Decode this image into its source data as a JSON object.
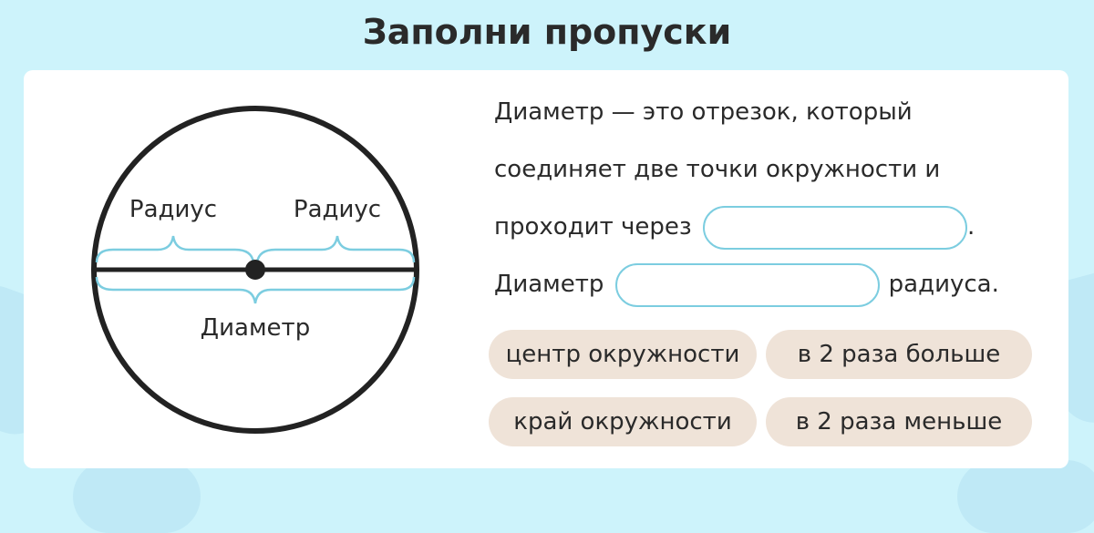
{
  "title": "Заполни пропуски",
  "diagram": {
    "radius_left_label": "Радиус",
    "radius_right_label": "Радиус",
    "diameter_label": "Диаметр"
  },
  "sentence": {
    "line1": "Диаметр — это отрезок, который",
    "line2": "соединяет две точки окружности и",
    "line3_before": "проходит через",
    "line3_after": ".",
    "line4_before": "Диаметр",
    "line4_after": "радиуса."
  },
  "options": [
    "центр окружности",
    "в 2 раза больше",
    "край окружности",
    "в 2 раза меньше"
  ],
  "colors": {
    "background": "#cdf3fb",
    "card": "#ffffff",
    "blank_border": "#7ccde0",
    "chip": "#efe3d8",
    "brace": "#7ccde0",
    "text": "#2a2a2a"
  }
}
